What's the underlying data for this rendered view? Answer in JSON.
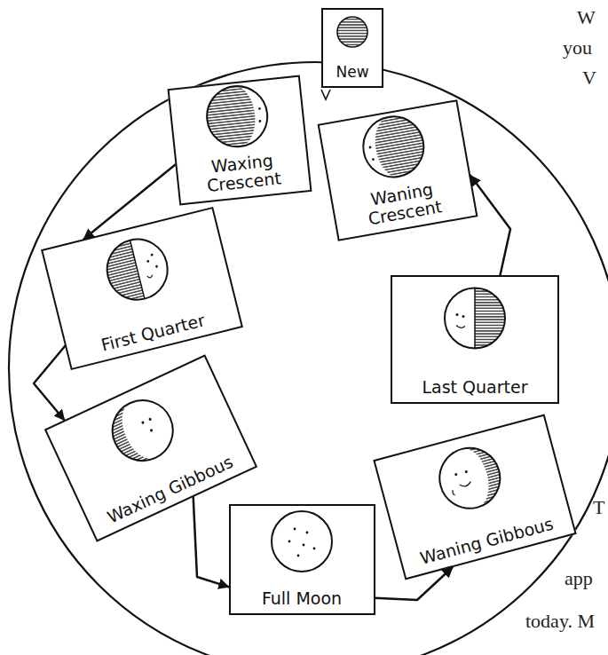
{
  "diagram": {
    "nodes": [
      {
        "text": [
          "New"
        ]
      },
      {
        "text": [
          "Waxing Crescent"
        ]
      },
      {
        "text": [
          "Waning Crescent"
        ]
      },
      {
        "text": [
          "First Quarter"
        ]
      },
      {
        "text": [
          "Last Quarter"
        ]
      },
      {
        "text": [
          "Waxing Gibbous"
        ]
      },
      {
        "text": [
          "Waning Gibbous"
        ]
      },
      {
        "text": [
          "Full Moon"
        ]
      }
    ],
    "edges": [
      {
        "from": 1,
        "to": 3,
        "arrow": "to"
      },
      {
        "from": 3,
        "to": 5,
        "arrow": "to"
      },
      {
        "from": 5,
        "to": 7,
        "arrow": "to"
      },
      {
        "from": 7,
        "to": 6,
        "arrow": "to"
      },
      {
        "from": 4,
        "to": 2,
        "arrow": "to"
      }
    ],
    "labels": [
      "W",
      "you",
      "V",
      "T",
      "app",
      "today. M"
    ]
  }
}
